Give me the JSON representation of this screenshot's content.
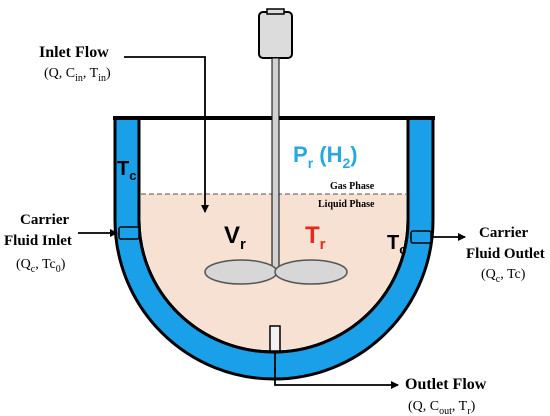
{
  "inlet": {
    "title": "Inlet Flow",
    "params": [
      "Q, C",
      "in",
      ", T",
      "in",
      ")"
    ]
  },
  "carrier_inlet": {
    "line1": "Carrier",
    "line2": "Fluid Inlet",
    "params": [
      "(Q",
      "c",
      ", Tc",
      "0",
      ")"
    ]
  },
  "carrier_outlet": {
    "line1": "Carrier",
    "line2": "Fluid Outlet",
    "params": [
      "(Q",
      "c",
      ", Tc)"
    ]
  },
  "outlet": {
    "title": "Outlet Flow",
    "params": [
      "(Q, C",
      "out",
      ", T",
      "r",
      ")"
    ]
  },
  "reactor": {
    "pressure": {
      "main": "P",
      "sub": "r",
      "mid": " (H",
      "sub2": "2",
      "end": ")"
    },
    "volume": {
      "main": "V",
      "sub": "r"
    },
    "temperature": {
      "main": "T",
      "sub": "r"
    },
    "coolant_left": {
      "main": "T",
      "sub": "c"
    },
    "coolant_right": {
      "main": "T",
      "sub": "c"
    },
    "gas_phase": "Gas Phase",
    "liquid_phase": "Liquid Phase"
  },
  "colors": {
    "jacket": "#1aa0e8",
    "liquid": "#f7e1d2",
    "pressure_text": "#29a8e0",
    "temperature_text": "#e8281e",
    "paddle": "#d7d7d7"
  }
}
